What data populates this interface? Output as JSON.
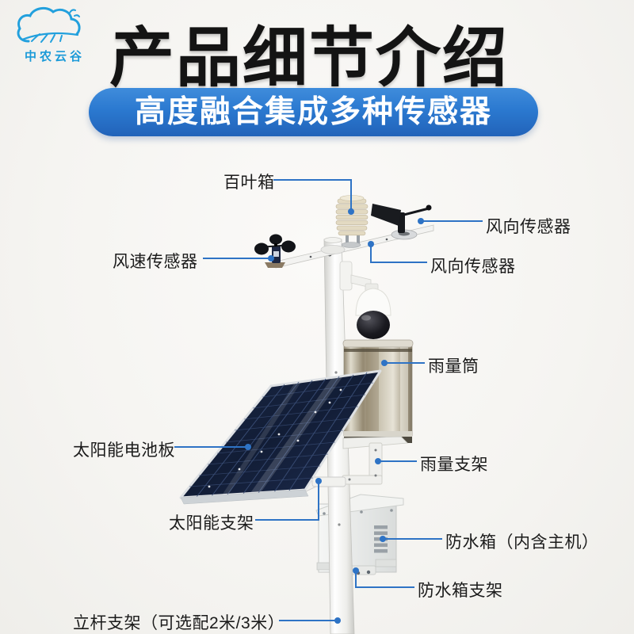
{
  "logo": {
    "name": "中农云谷",
    "color": "#1b9ad8",
    "icon": "cloud-farm-field-icon"
  },
  "header": {
    "title": "产品细节介绍",
    "title_color": "#141414",
    "banner": {
      "text": "高度融合集成多种传感器",
      "background": "#2b79d0",
      "text_color": "#ffffff"
    }
  },
  "diagram": {
    "leader_color": "#2e73c5",
    "equipment": [
      "louver-shield",
      "wind-direction-vane",
      "wind-speed-anemometer",
      "dome-camera",
      "rain-gauge-cylinder",
      "solar-panel",
      "rain-gauge-bracket",
      "waterproof-box",
      "mounting-pole"
    ],
    "callouts": [
      {
        "id": "louver-box",
        "label": "百叶箱"
      },
      {
        "id": "wind-direction-sensor-top",
        "label": "风向传感器"
      },
      {
        "id": "wind-speed-sensor",
        "label": "风速传感器"
      },
      {
        "id": "wind-direction-sensor-mid",
        "label": "风向传感器"
      },
      {
        "id": "rain-gauge",
        "label": "雨量筒"
      },
      {
        "id": "solar-panel",
        "label": "太阳能电池板"
      },
      {
        "id": "rain-gauge-bracket",
        "label": "雨量支架"
      },
      {
        "id": "solar-panel-bracket",
        "label": "太阳能支架"
      },
      {
        "id": "waterproof-box",
        "label": "防水箱（内含主机）"
      },
      {
        "id": "waterproof-box-bracket",
        "label": "防水箱支架"
      },
      {
        "id": "pole-bracket",
        "label": "立杆支架（可选配2米/3米）"
      }
    ]
  }
}
